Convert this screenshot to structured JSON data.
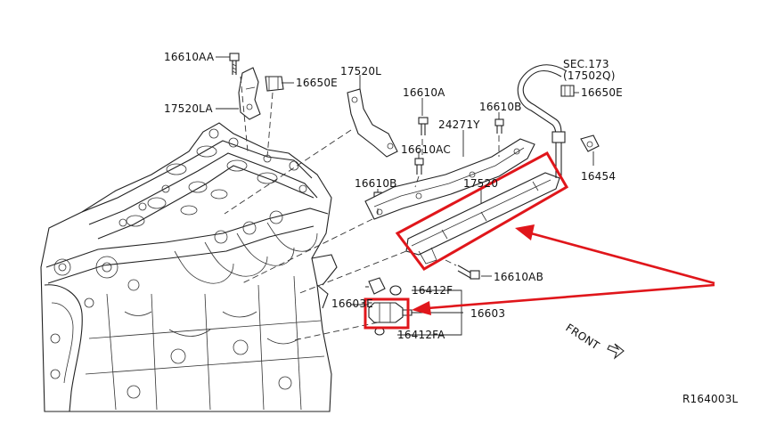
{
  "diagram": {
    "drawing_code": "R164003L",
    "front_label": "FRONT",
    "callouts": {
      "c_16610AA": "16610AA",
      "c_16650E_left": "16650E",
      "c_17520LA": "17520LA",
      "c_17520L": "17520L",
      "c_16610A": "16610A",
      "c_24271Y": "24271Y",
      "c_16610B_top": "16610B",
      "c_16610AC": "16610AC",
      "c_16610B_left": "16610B",
      "c_17520": "17520",
      "c_sec173": "SEC.173",
      "c_17502Q": "(17502Q)",
      "c_16650E_right": "16650E",
      "c_16454": "16454",
      "c_16610AB": "16610AB",
      "c_16412F": "16412F",
      "c_16603E": "16603E",
      "c_16603": "16603",
      "c_16412FA": "16412FA"
    },
    "highlight_color": "#e0161b",
    "line_color": "#222222"
  }
}
